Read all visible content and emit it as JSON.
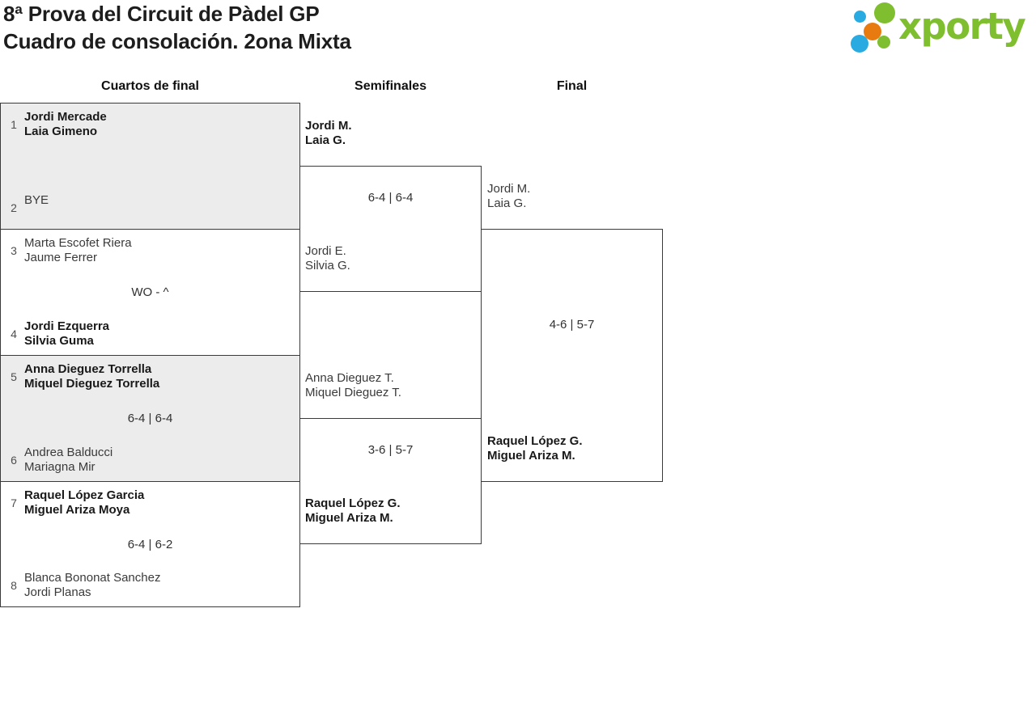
{
  "header": {
    "title_line1": "8ª Prova del Circuit de Pàdel GP",
    "title_line2": "Cuadro de consolación. 2ona Mixta",
    "logo_text": "xporty",
    "logo_colors": {
      "green": "#7fbe2e",
      "blue": "#29abe2",
      "orange": "#e87b10"
    }
  },
  "round_headers": [
    "Cuartos de final",
    "Semifinales",
    "Final"
  ],
  "quarterfinals": [
    {
      "seed_top": "1",
      "top_line1": "Jordi Mercade",
      "top_line2": "Laia Gimeno",
      "seed_bottom": "2",
      "bottom_line1": "BYE",
      "bottom_line2": "",
      "score": ""
    },
    {
      "seed_top": "3",
      "top_line1": "Marta Escofet Riera",
      "top_line2": "Jaume Ferrer",
      "seed_bottom": "4",
      "bottom_line1": "Jordi Ezquerra",
      "bottom_line2": "Silvia Guma",
      "score": "WO - ^"
    },
    {
      "seed_top": "5",
      "top_line1": "Anna Dieguez Torrella",
      "top_line2": "Miquel Dieguez Torrella",
      "seed_bottom": "6",
      "bottom_line1": "Andrea Balducci",
      "bottom_line2": "Mariagna Mir",
      "score": "6-4 | 6-4"
    },
    {
      "seed_top": "7",
      "top_line1": "Raquel López Garcia",
      "top_line2": "Miguel Ariza Moya",
      "seed_bottom": "8",
      "bottom_line1": "Blanca Bononat Sanchez",
      "bottom_line2": "Jordi Planas",
      "score": "6-4 | 6-2"
    }
  ],
  "semifinals": [
    {
      "top_line1": "Jordi M.",
      "top_line2": "Laia G.",
      "bottom_line1": "Jordi E.",
      "bottom_line2": "Silvia G.",
      "score": "6-4 | 6-4"
    },
    {
      "top_line1": "Anna Dieguez T.",
      "top_line2": "Miquel Dieguez T.",
      "bottom_line1": "Raquel López G.",
      "bottom_line2": "Miguel Ariza M.",
      "score": "3-6 | 5-7"
    }
  ],
  "final": {
    "top_line1": "Jordi M.",
    "top_line2": "Laia G.",
    "bottom_line1": "Raquel López G.",
    "bottom_line2": "Miguel Ariza M.",
    "score": "4-6 | 5-7"
  }
}
